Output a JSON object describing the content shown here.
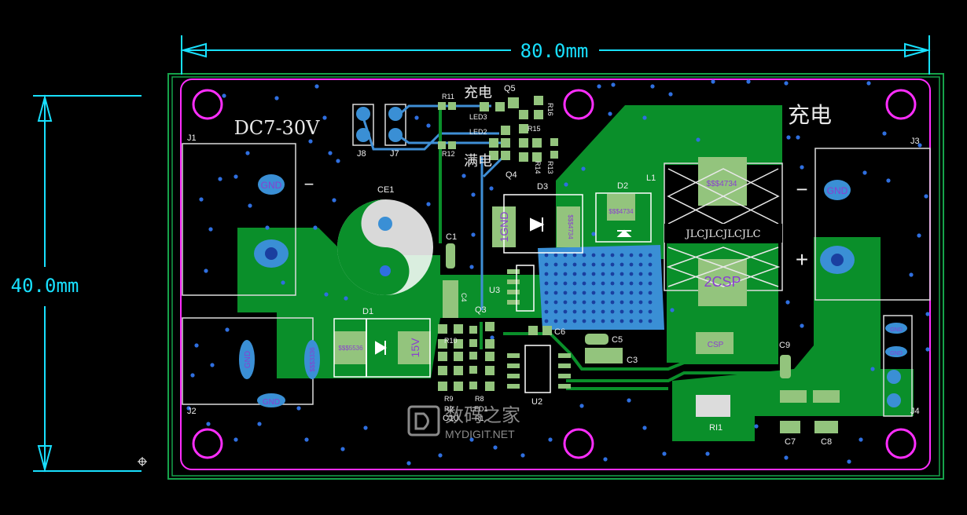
{
  "dimensions": {
    "width_label": "80.0mm",
    "height_label": "40.0mm"
  },
  "board": {
    "input_label": "DC7-30V",
    "charging_title": "充电",
    "status": {
      "charging": "充电",
      "full": "满电"
    },
    "jlc_text": "JLCJLCJLCJLC",
    "polarity": {
      "minus_left": "−",
      "minus_right": "−",
      "plus_right": "+"
    }
  },
  "designators": {
    "J1": "J1",
    "J2": "J2",
    "J3": "J3",
    "J4": "J4",
    "J7": "J7",
    "J8": "J8",
    "CE1": "CE1",
    "D1": "D1",
    "D2": "D2",
    "D3": "D3",
    "C1": "C1",
    "C3": "C3",
    "C4": "C4",
    "C5": "C5",
    "C6": "C6",
    "C7": "C7",
    "C8": "C8",
    "C9": "C9",
    "C10": "C10",
    "Q3": "Q3",
    "Q4": "Q4",
    "Q5": "Q5",
    "U2": "U2",
    "U3": "U3",
    "L1": "L1",
    "R1": "R1",
    "R2": "R2",
    "R8": "R8",
    "R9": "R9",
    "R10": "R10",
    "R11": "R11",
    "R12": "R12",
    "R13": "R13",
    "R14": "R14",
    "R15": "R15",
    "R16": "R16",
    "RI1": "RI1",
    "LED1": "LED1",
    "LED2": "LED2",
    "LED3": "LED3"
  },
  "net_labels": {
    "gnd": "GND",
    "gnd1": "1GND",
    "v15": "15V",
    "csp": "CSP",
    "csp2": "2CSP",
    "ss4734": "$$$4734",
    "ss5536": "$$$5536",
    "ss3336": "$$$3336"
  },
  "watermark": {
    "cn": "数码之家",
    "en": "MYDIGIT.NET"
  },
  "colors": {
    "copper": "#0a8f2a",
    "pad": "#93c47d",
    "trace": "#3f8fd6",
    "outline": "#ff2eff",
    "dimension": "#18e0ff",
    "silk": "#ffffff",
    "board_edge": "#16a34a"
  }
}
